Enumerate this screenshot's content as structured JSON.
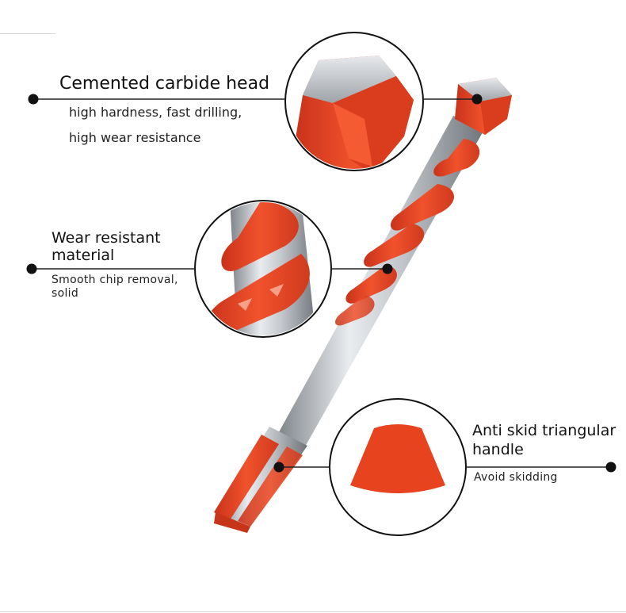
{
  "features": [
    {
      "title": "Cemented carbide head",
      "desc_lines": [
        "high hardness, fast drilling,",
        "high wear resistance"
      ],
      "icon": "carbide-head-closeup"
    },
    {
      "title_lines": [
        "Wear resistant",
        "material"
      ],
      "desc_lines": [
        "Smooth chip removal,",
        "solid"
      ],
      "icon": "spiral-flute-closeup"
    },
    {
      "title_lines": [
        "Anti skid triangular",
        "handle"
      ],
      "desc_lines": [
        "Avoid skidding"
      ],
      "icon": "triangular-shank-closeup"
    }
  ],
  "colors": {
    "accent_orange": "#e8431f",
    "steel_gray": "#b9bdc2",
    "line": "#222222"
  }
}
